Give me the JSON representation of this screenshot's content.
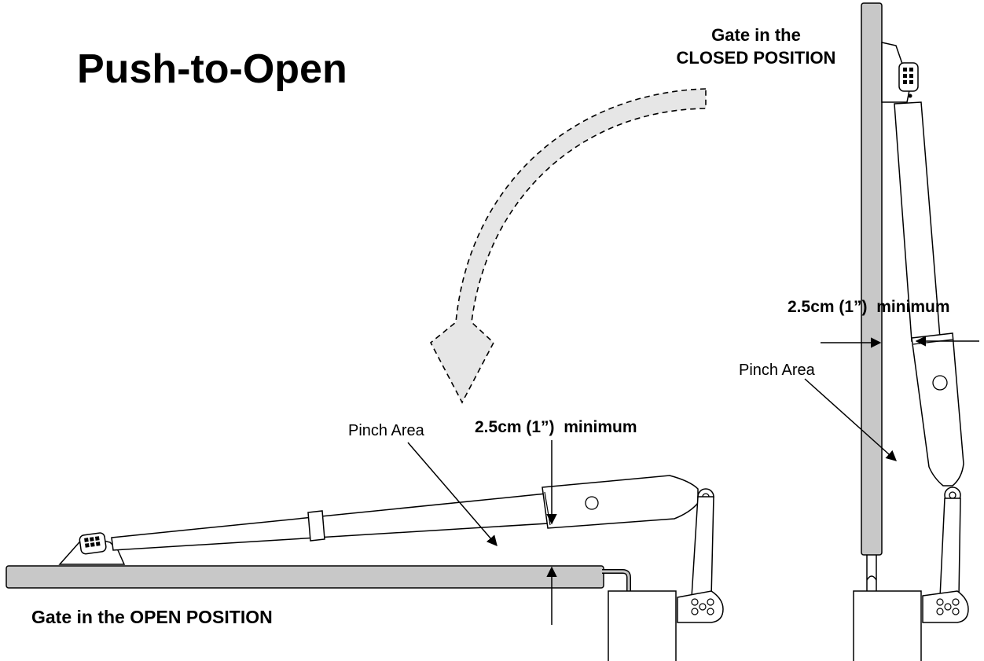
{
  "title": "Push-to-Open",
  "closed_label": {
    "line1": "Gate in the",
    "line2": "CLOSED POSITION"
  },
  "open_label": "Gate in the OPEN POSITION",
  "pinch_left": "Pinch Area",
  "pinch_right": "Pinch Area",
  "clearance_left": "2.5cm (1”)  minimum",
  "clearance_right": "2.5cm (1”)  minimum",
  "colors": {
    "gate_fill": "#c8c8c8",
    "arrow_fill": "#e6e6e6",
    "stroke": "#000000"
  }
}
